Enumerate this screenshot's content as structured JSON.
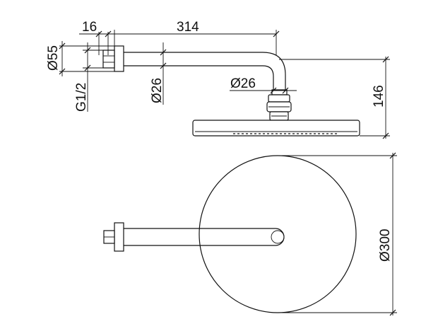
{
  "dimensions": {
    "d16": "16",
    "d314": "314",
    "d55": "Ø55",
    "g12": "G1/2",
    "d26_arm": "Ø26",
    "d26_head": "Ø26",
    "d146": "146",
    "d300": "Ø300"
  }
}
